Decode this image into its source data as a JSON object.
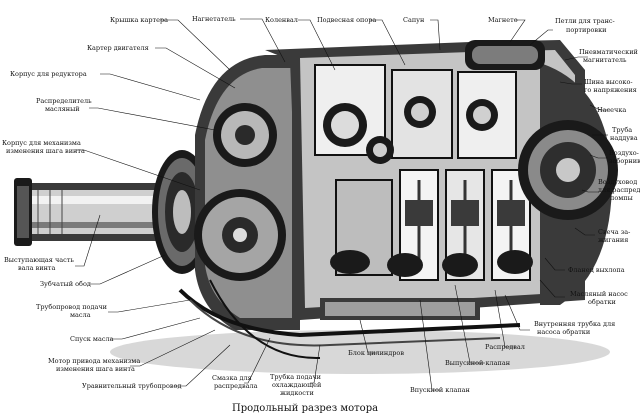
{
  "caption": "Продольный разрез мотора",
  "labels": {
    "kryshka_kartera": "Крышка картера",
    "karter_dvigatelya": "Картер двигателя",
    "korpus_reduktora": "Корпус для редуктора",
    "raspredelitel_masl_1": "Распределитель",
    "raspredelitel_masl_2": "масляный",
    "korpus_mech_1": "Корпус для механизма",
    "korpus_mech_2": "изменения шага винта",
    "vystupayushchaya_1": "Выступающая часть",
    "vystupayushchaya_2": "вала винта",
    "zubchaty_obod": "Зубчатый обод",
    "truboprovod_podachi_1": "Трубопровод подачи",
    "truboprovod_podachi_2": "масла",
    "spusk_masla": "Спуск масла",
    "motor_privoda_1": "Мотор привода механизма",
    "motor_privoda_2": "изменения шага винта",
    "uravnitelny": "Уравнительный трубопровод",
    "smazka_1": "Смазка для",
    "smazka_2": "распредвала",
    "trubka_1": "Трубка подачи",
    "trubka_2": "охлаждающей",
    "trubka_3": "жидкости",
    "blok_tsilindrov": "Блок цилиндров",
    "vpusknoy": "Впускной клапан",
    "vypusknoy": "Выпускной клапан",
    "raspredval": "Распредвал",
    "vnutrennyaya_1": "Внутренняя трубка для",
    "vnutrennyaya_2": "насоса обратки",
    "maslyany_nasos_1": "Масляный насос",
    "maslyany_nasos_2": "обратки",
    "flanets": "Фланец выхлопа",
    "svecha_1": "Свеча за-",
    "svecha_2": "жигания",
    "vozduhovod_1": "Воздуховод",
    "vozduhovod_2": "для распред.",
    "vozduhovod_3": "помпы",
    "vozduho_1": "Воздухо-",
    "vozduho_2": "заборник",
    "truba_1": "Труба",
    "truba_2": "наддува",
    "nasechka": "Насечка",
    "shina_1": "Шина высоко-",
    "shina_2": "го напряжения",
    "pnevmatichesky_1": "Пневматический",
    "pnevmatichesky_2": "магнитатель",
    "petli_1": "Петли для транс-",
    "petli_2": "портировки",
    "magneto": "Магнето",
    "sapun": "Сапун",
    "podvesnaya": "Подвесная опора",
    "kolenval": "Коленвал",
    "nagnetatel": "Нагнетатель"
  }
}
